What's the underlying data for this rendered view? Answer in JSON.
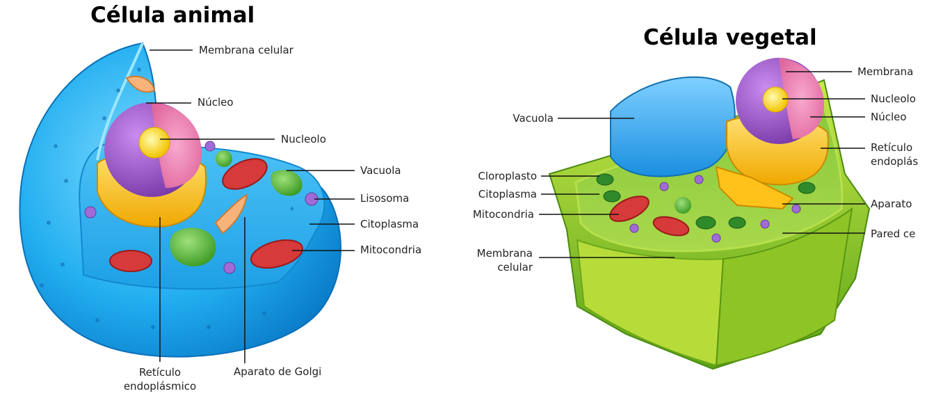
{
  "animal": {
    "title": "Célula animal",
    "labels": {
      "membrane": "Membrana celular",
      "nucleus": "Núcleo",
      "nucleolus": "Nucleolo",
      "vacuole": "Vacuola",
      "lysosome": "Lisosoma",
      "cytoplasm": "Citoplasma",
      "mitochondria": "Mitocondria",
      "er_line1": "Retículo",
      "er_line2": "endoplásmico",
      "golgi": "Aparato de Golgi"
    }
  },
  "plant": {
    "title": "Célula vegetal",
    "labels": {
      "membrane_top": "Membrana",
      "nucleolus": "Nucleolo",
      "nucleus": "Núcleo",
      "er_line1": "Retículo",
      "er_line2": "endoplás",
      "golgi": "Aparato",
      "wall": "Pared ce",
      "vacuole": "Vacuola",
      "chloroplast": "Cloroplasto",
      "cytoplasm": "Citoplasma",
      "mitochondria": "Mitocondria",
      "membrane_line1": "Membrana",
      "membrane_line2": "celular"
    }
  }
}
